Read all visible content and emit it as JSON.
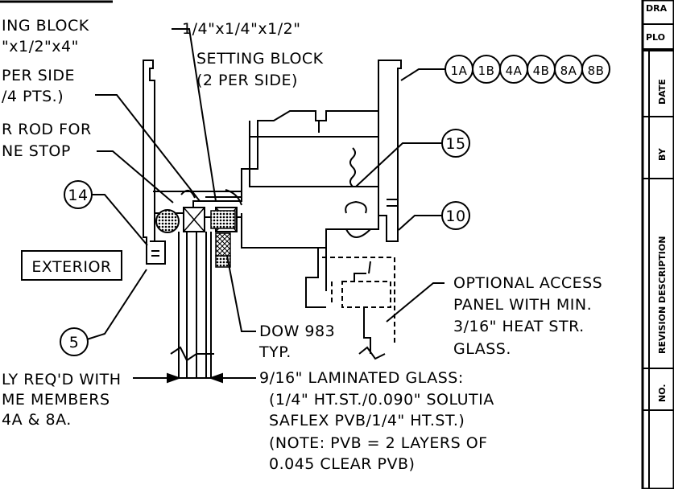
{
  "left_notes": {
    "setting_block_1": [
      "ING BLOCK",
      "\"x1/2\"x4\"",
      "PER SIDE",
      "/4 PTS.)"
    ],
    "backer_rod": [
      "R ROD FOR",
      "NE STOP"
    ],
    "only_req": [
      "LY REQ'D WITH",
      "ME MEMBERS",
      "4A & 8A."
    ]
  },
  "setting_block_2": [
    "1/4\"x1/4\"x1/2\"",
    "SETTING BLOCK",
    "(2 PER SIDE)"
  ],
  "balloons": {
    "b14": "14",
    "b15": "15",
    "b10": "10",
    "b5": "5",
    "series": [
      "1A",
      "1B",
      "4A",
      "4B",
      "8A",
      "8B"
    ]
  },
  "exterior_label": "EXTERIOR",
  "dow_note": [
    "DOW 983",
    "TYP."
  ],
  "access_panel_note": [
    "OPTIONAL ACCESS",
    "PANEL WITH MIN.",
    "3/16\" HEAT STR.",
    "GLASS."
  ],
  "glass_note": [
    "9/16\" LAMINATED GLASS:",
    "(1/4\" HT.ST./0.090\" SOLUTIA",
    "SAFLEX PVB/1/4\" HT.ST.)",
    "(NOTE: PVB = 2 LAYERS OF",
    "0.045 CLEAR PVB)"
  ],
  "title_block": {
    "drawn": "DRA",
    "plotted": "PLO",
    "date": "DATE",
    "by": "BY",
    "revision_description": "REVISION DESCRIPTION",
    "no": "NO."
  }
}
